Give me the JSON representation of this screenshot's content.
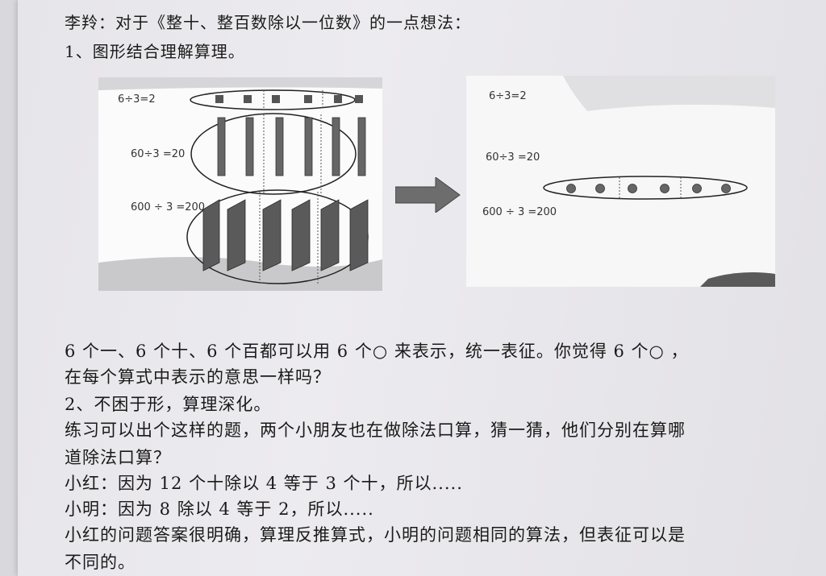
{
  "header": {
    "title": "李羚：对于《整十、整百数除以一位数》的一点想法：",
    "section1": "1、图形结合理解算理。"
  },
  "figures": {
    "left": {
      "eq1": "6÷3=2",
      "eq2": "60÷3 =20",
      "eq3": "600 ÷ 3 =200"
    },
    "right": {
      "eq1": "6÷3=2",
      "eq2": "60÷3 =20",
      "eq3": "600 ÷ 3 =200"
    }
  },
  "body": {
    "l1": "6 个一、6 个十、6 个百都可以用 6 个○ 来表示，统一表征。你觉得 6 个○ ，",
    "l2": "在每个算式中表示的意思一样吗？",
    "l3": "2、不困于形，算理深化。",
    "l4": "练习可以出个这样的题，两个小朋友也在做除法口算，猜一猜，他们分别在算哪",
    "l5": "道除法口算？",
    "l6": "小红：因为 12 个十除以 4 等于 3 个十，所以.....",
    "l7": "小明：因为 8 除以 4 等于 2，所以.....",
    "l8": "小红的问题答案很明确，算理反推算式，小明的问题相同的算法，但表征可以是",
    "l9": "不同的。"
  }
}
